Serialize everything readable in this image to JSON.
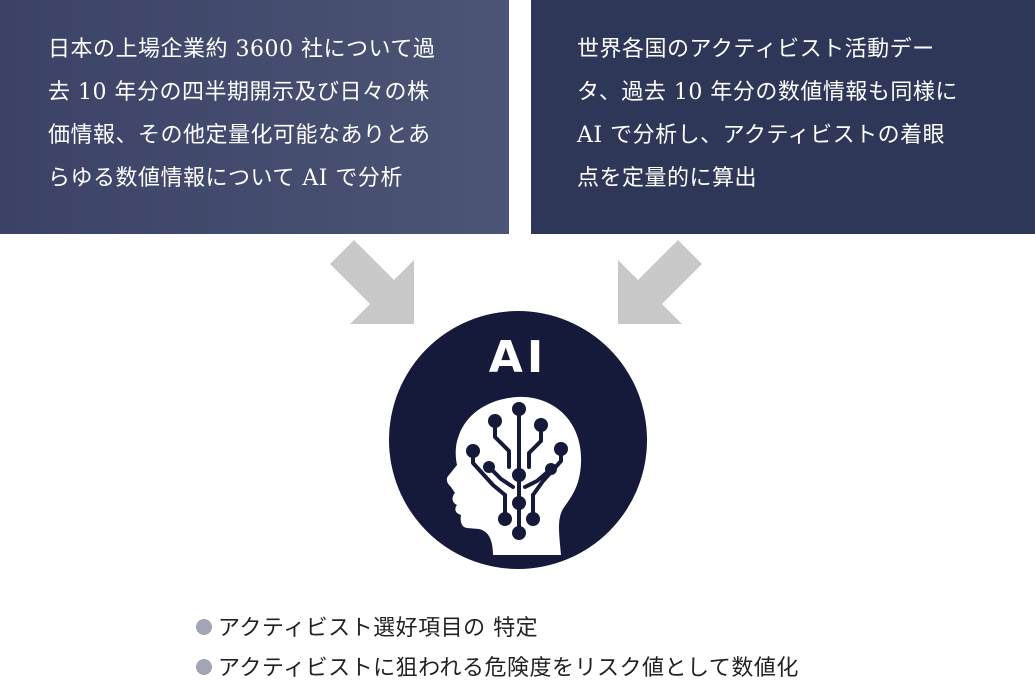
{
  "boxes": {
    "left": {
      "lines": [
        "日本の上場企業約 3600 社について過",
        "去 10 年分の四半期開示及び日々の株",
        "価情報、その他定量化可能なありとあ",
        "らゆる数値情報について AI で分析"
      ],
      "color": "#454c6f"
    },
    "right": {
      "lines": [
        "世界各国のアクティビスト活動デー",
        "タ、過去 10 年分の数値情報も同様に",
        "AI で分析し、アクティビストの着眼",
        "点を定量的に算出"
      ],
      "color": "#2f3758"
    }
  },
  "center": {
    "label": "AI",
    "circle_color": "#15193a",
    "icon": "ai-head-circuit-icon"
  },
  "arrows": {
    "color": "#c8c8c8",
    "left_icon": "arrow-down-right-icon",
    "right_icon": "arrow-down-left-icon"
  },
  "bullets": [
    "アクティビスト選好項目の 特定",
    "アクティビストに狙われる危険度をリスク値として数値化"
  ],
  "bullet_color": "#a2a5b4"
}
